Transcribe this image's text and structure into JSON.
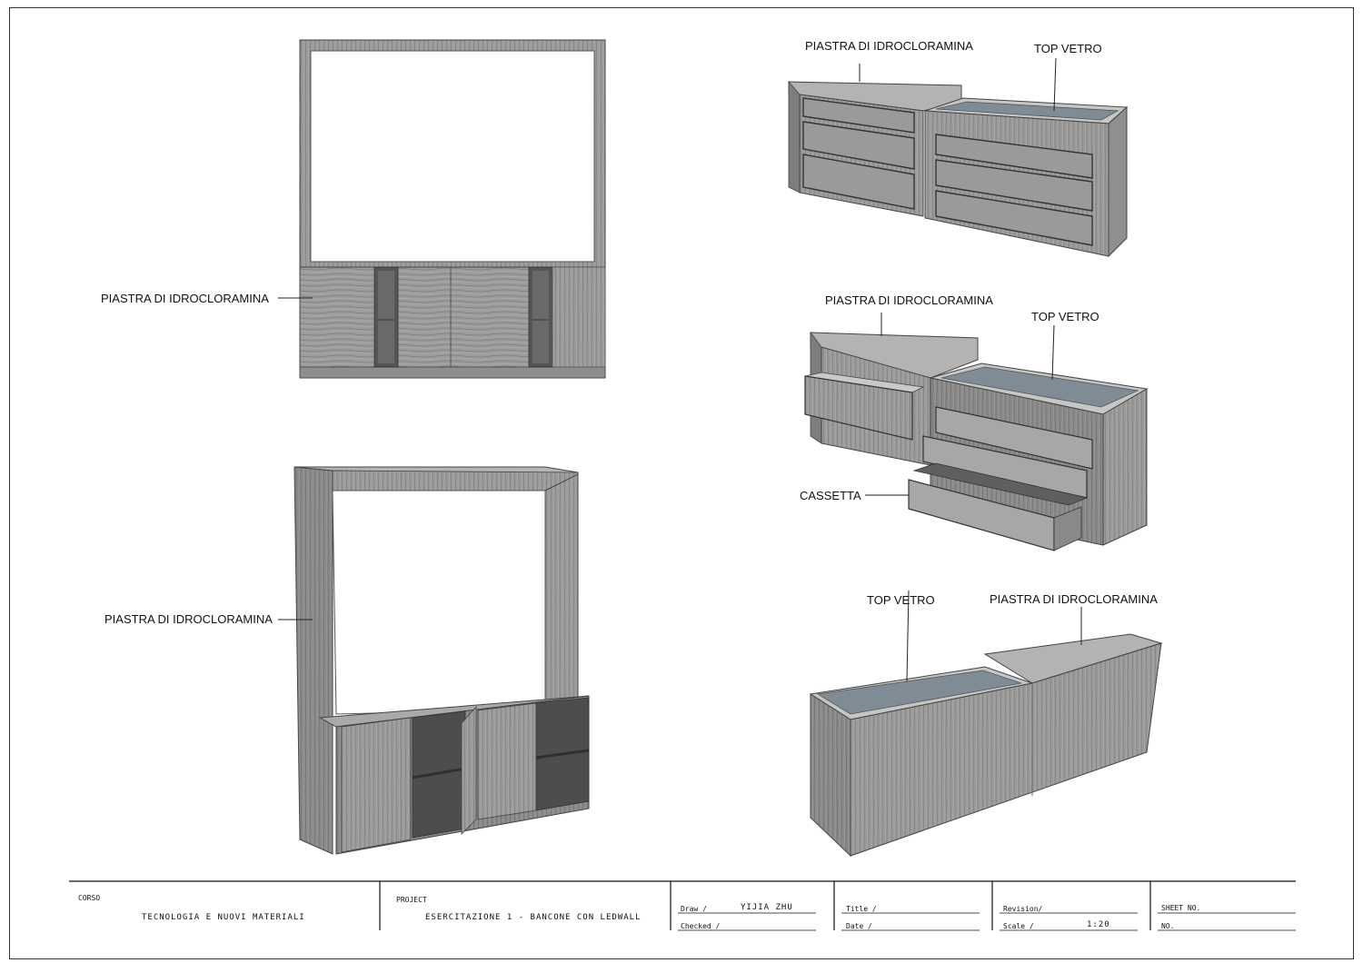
{
  "labels": {
    "front_panel": "PIASTRA DI IDROCLORAMINA",
    "persp_panel": "PIASTRA DI IDROCLORAMINA",
    "c1_panel": "PIASTRA DI IDROCLORAMINA",
    "c1_top": "TOP VETRO",
    "c2_panel": "PIASTRA DI IDROCLORAMINA",
    "c2_top": "TOP VETRO",
    "c2_drawer": "CASSETTA",
    "c3_top": "TOP VETRO",
    "c3_panel": "PIASTRA DI IDROCLORAMINA"
  },
  "title_block": {
    "corso_label": "CORSO",
    "corso_value": "TECNOLOGIA E NUOVI MATERIALI",
    "project_label": "PROJECT",
    "project_value": "ESERCITAZIONE 1 - BANCONE CON LEDWALL",
    "draw_label": "Draw   /",
    "draw_value": "YIJIA ZHU",
    "checked_label": "Checked /",
    "title_label": "Title /",
    "date_label": "Date  /",
    "revision_label": "Revision/",
    "scale_label": "Scale    /",
    "scale_value": "1:20",
    "sheet_label": "SHEET NO.",
    "no_label": "NO."
  },
  "colors": {
    "wood": "#9a9a98",
    "wood_dark": "#6f6f6d",
    "glass": "#7f8c95",
    "line": "#222222"
  }
}
